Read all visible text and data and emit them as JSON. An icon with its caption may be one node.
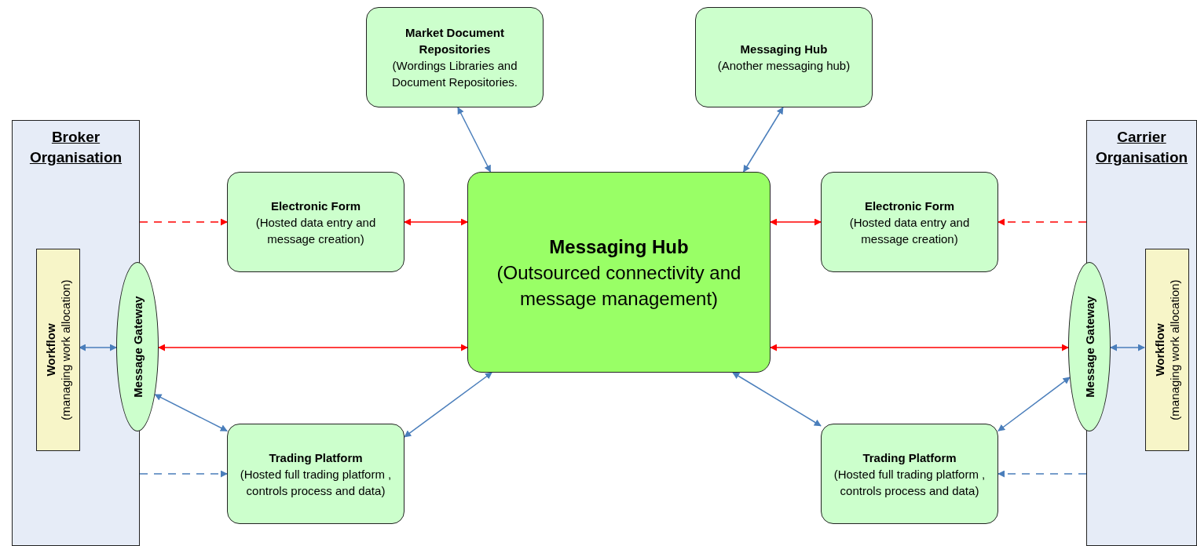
{
  "diagram": {
    "nodes": [
      {
        "text": [
          "Broker Organisation"
        ]
      },
      {
        "text": [
          "Workflow",
          "(managing work allocation)"
        ],
        "in": 0
      },
      {
        "text": [
          "Message Gateway"
        ]
      },
      {
        "text": [
          "Carrier Organisation"
        ]
      },
      {
        "text": [
          "Workflow",
          "(managing work allocation)"
        ],
        "in": 3
      },
      {
        "text": [
          "Message Gateway"
        ]
      },
      {
        "text": [
          "Market Document Repositories",
          "(Wordings Libraries and Document Repositories."
        ]
      },
      {
        "text": [
          "Messaging Hub",
          "(Another messaging hub)"
        ]
      },
      {
        "text": [
          "Electronic Form",
          "(Hosted data entry and message creation)"
        ]
      },
      {
        "text": [
          "Messaging Hub",
          "(Outsourced connectivity and message management)"
        ]
      },
      {
        "text": [
          "Electronic Form",
          "(Hosted data entry and message creation)"
        ]
      },
      {
        "text": [
          "Trading Platform",
          "(Hosted full trading platform , controls process and data)"
        ]
      },
      {
        "text": [
          "Trading Platform",
          "(Hosted full trading platform , controls process and data)"
        ]
      }
    ],
    "edges": [
      {
        "from": 0,
        "to": 8,
        "arrow": "to",
        "style": "dashed",
        "color": "#ff0000"
      },
      {
        "from": 8,
        "to": 9,
        "arrow": "both",
        "color": "#ff0000"
      },
      {
        "from": 2,
        "to": 9,
        "arrow": "both",
        "color": "#ff0000"
      },
      {
        "from": 1,
        "to": 2,
        "arrow": "both"
      },
      {
        "from": 2,
        "to": 11,
        "arrow": "both"
      },
      {
        "from": 0,
        "to": 11,
        "arrow": "to",
        "style": "dashed"
      },
      {
        "from": 11,
        "to": 9,
        "arrow": "both"
      },
      {
        "from": 6,
        "to": 9,
        "arrow": "both"
      },
      {
        "from": 7,
        "to": 9,
        "arrow": "both"
      },
      {
        "from": 9,
        "to": 10,
        "arrow": "both",
        "color": "#ff0000"
      },
      {
        "from": 3,
        "to": 10,
        "arrow": "to",
        "style": "dashed",
        "color": "#ff0000"
      },
      {
        "from": 9,
        "to": 5,
        "arrow": "both",
        "color": "#ff0000"
      },
      {
        "from": 5,
        "to": 4,
        "arrow": "both"
      },
      {
        "from": 5,
        "to": 12,
        "arrow": "both"
      },
      {
        "from": 9,
        "to": 12,
        "arrow": "both"
      },
      {
        "from": 3,
        "to": 12,
        "arrow": "to",
        "style": "dashed"
      }
    ]
  }
}
